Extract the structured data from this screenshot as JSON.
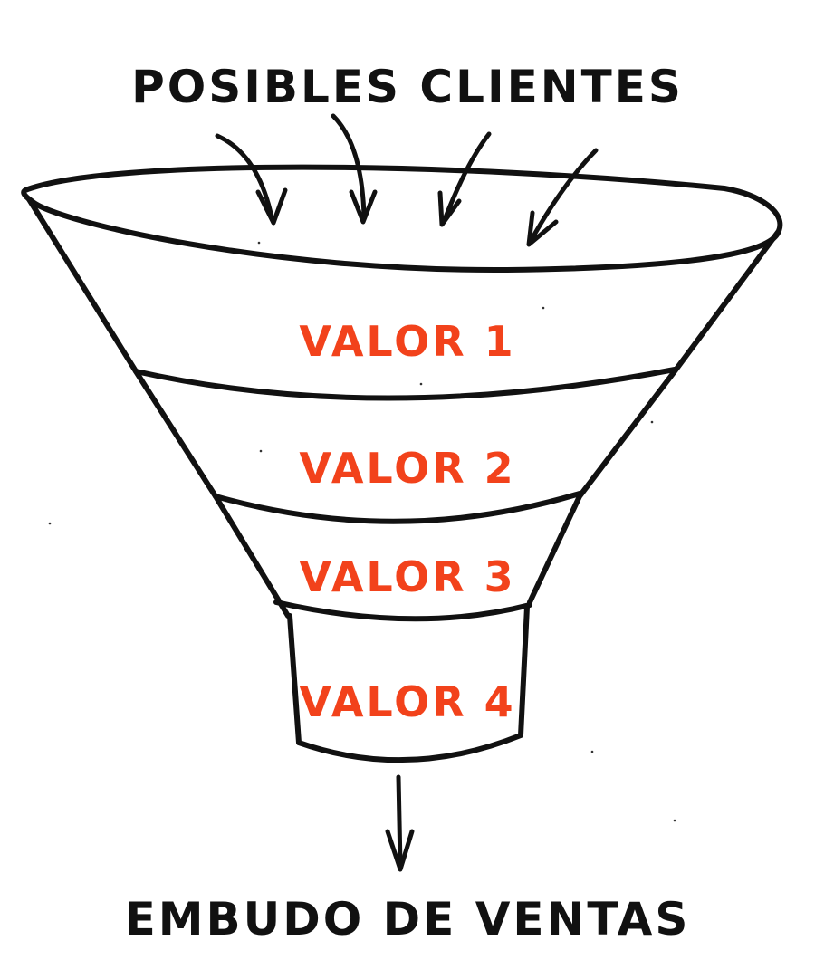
{
  "diagram": {
    "top_label": "POSIBLES CLIENTES",
    "bottom_label": "EMBUDO DE VENTAS",
    "levels": [
      {
        "label": "VALOR 1"
      },
      {
        "label": "VALOR 2"
      },
      {
        "label": "VALOR 3"
      },
      {
        "label": "VALOR 4"
      }
    ],
    "colors": {
      "ink": "#111111",
      "level_text": "#f2421b",
      "background": "#ffffff"
    }
  }
}
